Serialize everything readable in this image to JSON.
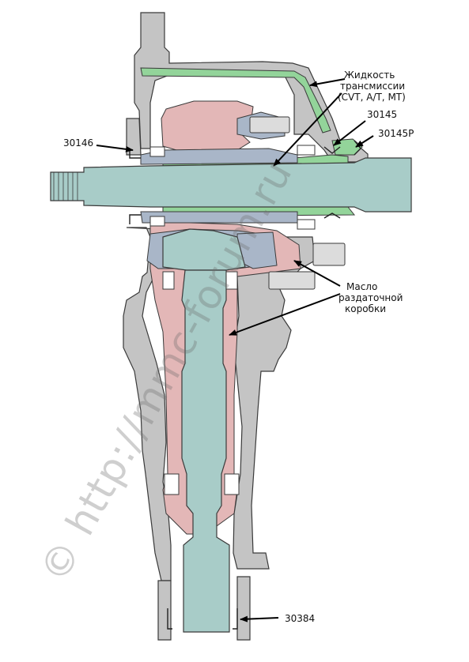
{
  "labels": {
    "fluid_line1": "Жидкость",
    "fluid_line2": "трансмиссии",
    "fluid_line3": "(CVT, A/T, MT)",
    "oil_line1": "Масло",
    "oil_line2": "раздаточной",
    "oil_line3": "коробки",
    "part_30146": "30146",
    "part_30145": "30145",
    "part_30145p": "30145P",
    "part_30384": "30384"
  },
  "watermark": "© http://mmc-forum.ru",
  "colors": {
    "housing": "#c4c4c4",
    "housing_dark": "#9a9a9a",
    "transmission_fluid": "#93d49a",
    "transfer_oil": "#e3b7b7",
    "shaft": "#a8ccc8",
    "gear_blue": "#a9b6c8",
    "outline": "#3a3a3a"
  }
}
